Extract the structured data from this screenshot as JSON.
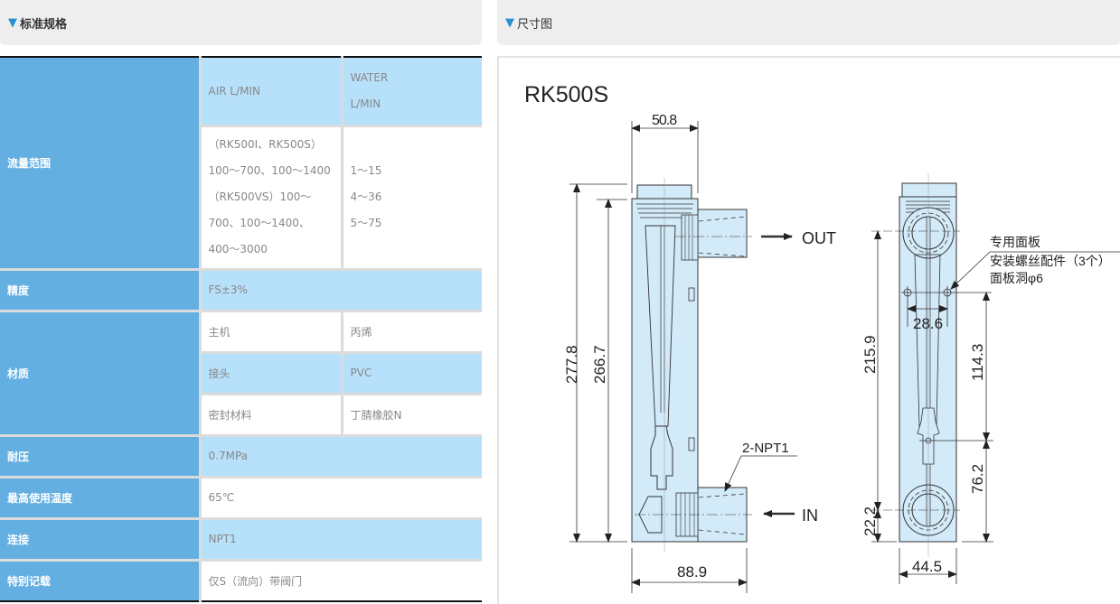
{
  "left_section": {
    "title": "标准规格",
    "marker": "▼"
  },
  "right_section": {
    "title": "尺寸图",
    "marker": "▼"
  },
  "spec_table": {
    "flow_range": {
      "label": "流量范围",
      "air_header": "AIR L/MIN",
      "water_header_line1": "WATER",
      "water_header_line2": "L/MIN",
      "air_lines": [
        "（RK500I、RK500S）",
        "100～700、100～1400",
        "（RK500VS）100～",
        "700、100～1400、",
        "400～3000"
      ],
      "water_lines": [
        "1～15",
        "4～36",
        "5～75"
      ]
    },
    "accuracy": {
      "label": "精度",
      "value": "FS±3%"
    },
    "material": {
      "label": "材质",
      "rows": [
        {
          "part": "主机",
          "material": "丙烯"
        },
        {
          "part": "接头",
          "material": "PVC"
        },
        {
          "part": "密封材料",
          "material": "丁腈橡胶N"
        }
      ]
    },
    "pressure": {
      "label": "耐压",
      "value": "0.7MPa"
    },
    "max_temp": {
      "label": "最高使用温度",
      "value": "65℃"
    },
    "connection": {
      "label": "连接",
      "value": "NPT1"
    },
    "notes": {
      "label": "特别记载",
      "value": "仅S（流向）带阀门"
    }
  },
  "drawing": {
    "model": "RK500S",
    "dims": {
      "top_width": "50.8",
      "total_height": "277.8",
      "body_height": "266.7",
      "depth": "88.9",
      "side_height": "215.9",
      "hole_pitch": "28.6",
      "upper_span": "114.3",
      "lower_span": "76.2",
      "bottom_offset": "22.2",
      "side_width": "44.5"
    },
    "labels": {
      "out": "OUT",
      "in": "IN",
      "port": "2-NPT1",
      "panel_line1": "专用面板",
      "panel_line2": "安装螺丝配件（3个）",
      "panel_line3": "面板洞φ6"
    },
    "colors": {
      "body_fill": "#d3eaf8",
      "line": "#333333"
    }
  }
}
